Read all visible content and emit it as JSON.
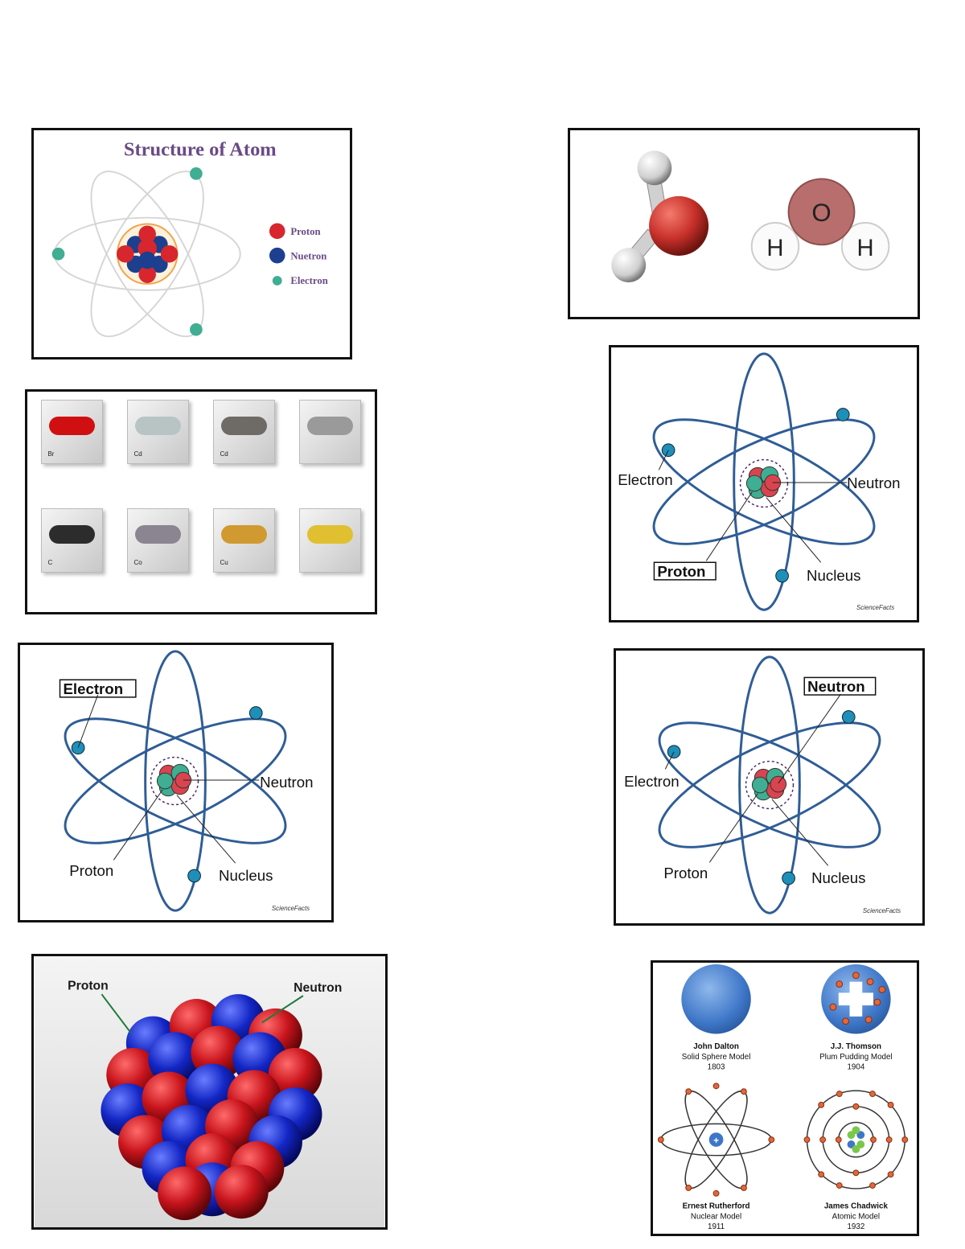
{
  "structure_panel": {
    "title": "Structure of Atom",
    "legend": [
      {
        "label": "Proton",
        "color": "#d7262d"
      },
      {
        "label": "Nuetron",
        "color": "#1d3f8f"
      },
      {
        "label": "Electron",
        "color": "#3fae93"
      }
    ]
  },
  "water_panel": {
    "oxygen": "O",
    "hydrogen_left": "H",
    "hydrogen_right": "H"
  },
  "samples_panel": {
    "items": [
      {
        "symbol": "Br",
        "color": "#d01010"
      },
      {
        "symbol": "Cd",
        "color": "#b8c4c4"
      },
      {
        "symbol": "Cd",
        "color": "#6e6a66"
      },
      {
        "symbol": "",
        "color": "#9a9a9a"
      },
      {
        "symbol": "C",
        "color": "#2c2c2c"
      },
      {
        "symbol": "Co",
        "color": "#8a8590"
      },
      {
        "symbol": "Cu",
        "color": "#d09a30"
      },
      {
        "symbol": "",
        "color": "#e0c030"
      }
    ]
  },
  "atom_proton": {
    "electron": "Electron",
    "neutron": "Neutron",
    "proton": "Proton",
    "nucleus": "Nucleus",
    "credit": "ScienceFacts"
  },
  "atom_electron": {
    "electron": "Electron",
    "neutron": "Neutron",
    "proton": "Proton",
    "nucleus": "Nucleus",
    "credit": "ScienceFacts"
  },
  "atom_neutron": {
    "electron": "Electron",
    "neutron": "Neutron",
    "proton": "Proton",
    "nucleus": "Nucleus",
    "credit": "ScienceFacts"
  },
  "nucleus_panel": {
    "proton": "Proton",
    "neutron": "Neutron"
  },
  "models_panel": {
    "models": [
      {
        "name": "John Dalton",
        "model": "Solid Sphere Model",
        "year": "1803"
      },
      {
        "name": "J.J. Thomson",
        "model": "Plum Pudding Model",
        "year": "1904"
      },
      {
        "name": "Ernest Rutherford",
        "model": "Nuclear Model",
        "year": "1911"
      },
      {
        "name": "James Chadwick",
        "model": "Atomic Model",
        "year": "1932"
      }
    ]
  },
  "colors": {
    "orbit": "#2f5d96",
    "electron": "#1e8fb8",
    "proton": "#d9444f",
    "neutron": "#3fae93",
    "outline": "#111111"
  }
}
